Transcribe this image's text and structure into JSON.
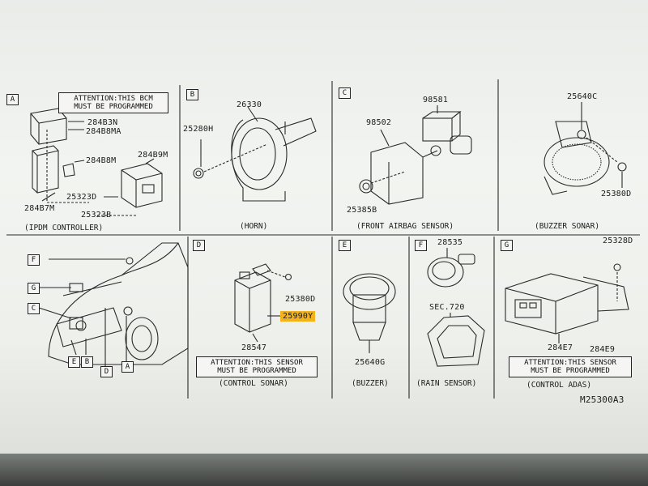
{
  "sections": {
    "A": "A",
    "B": "B",
    "C": "C",
    "D": "D",
    "E": "E",
    "F": "F",
    "G": "G"
  },
  "captions": {
    "ipdm": "(IPDM CONTROLLER)",
    "horn": "(HORN)",
    "front_airbag": "(FRONT AIRBAG SENSOR)",
    "buzzer_sonar": "(BUZZER SONAR)",
    "control_sonar": "(CONTROL SONAR)",
    "buzzer": "(BUZZER)",
    "rain_sensor": "(RAIN SENSOR)",
    "control_adas": "(CONTROL ADAS)"
  },
  "attention": {
    "bcm_line1": "ATTENTION:THIS BCM",
    "bcm_line2": "MUST BE PROGRAMMED",
    "sonar_line1": "ATTENTION:THIS SENSOR",
    "sonar_line2": "MUST BE PROGRAMMED",
    "adas_line1": "ATTENTION:THIS SENSOR",
    "adas_line2": "MUST BE PROGRAMMED"
  },
  "parts": {
    "p28483N": "284B3N",
    "p28488MA": "284B8MA",
    "p28488M": "284B8M",
    "p28489M": "284B9M",
    "p28487M": "284B7M",
    "p25323D": "25323D",
    "p25323B": "25323B",
    "p26330": "26330",
    "p25280H": "25280H",
    "p98581": "98581",
    "p98502": "98502",
    "p25385B": "25385B",
    "p25640C": "25640C",
    "p25380D_a": "25380D",
    "p25380D_b": "25380D",
    "p25990Y": "25990Y",
    "p28547": "28547",
    "p28535": "28535",
    "sec720": "SEC.720",
    "p25640G": "25640G",
    "p25328D": "25328D",
    "p284E7": "284E7",
    "p284E9": "284E9"
  },
  "car_callouts": {
    "F": "F",
    "G": "G",
    "C": "C",
    "E": "E",
    "B": "B",
    "D": "D",
    "A": "A"
  },
  "diagram_code": "M25300A3",
  "colors": {
    "highlight": "#f4b21b",
    "ink": "#1b1b1b",
    "paper": "#eef0ec"
  }
}
